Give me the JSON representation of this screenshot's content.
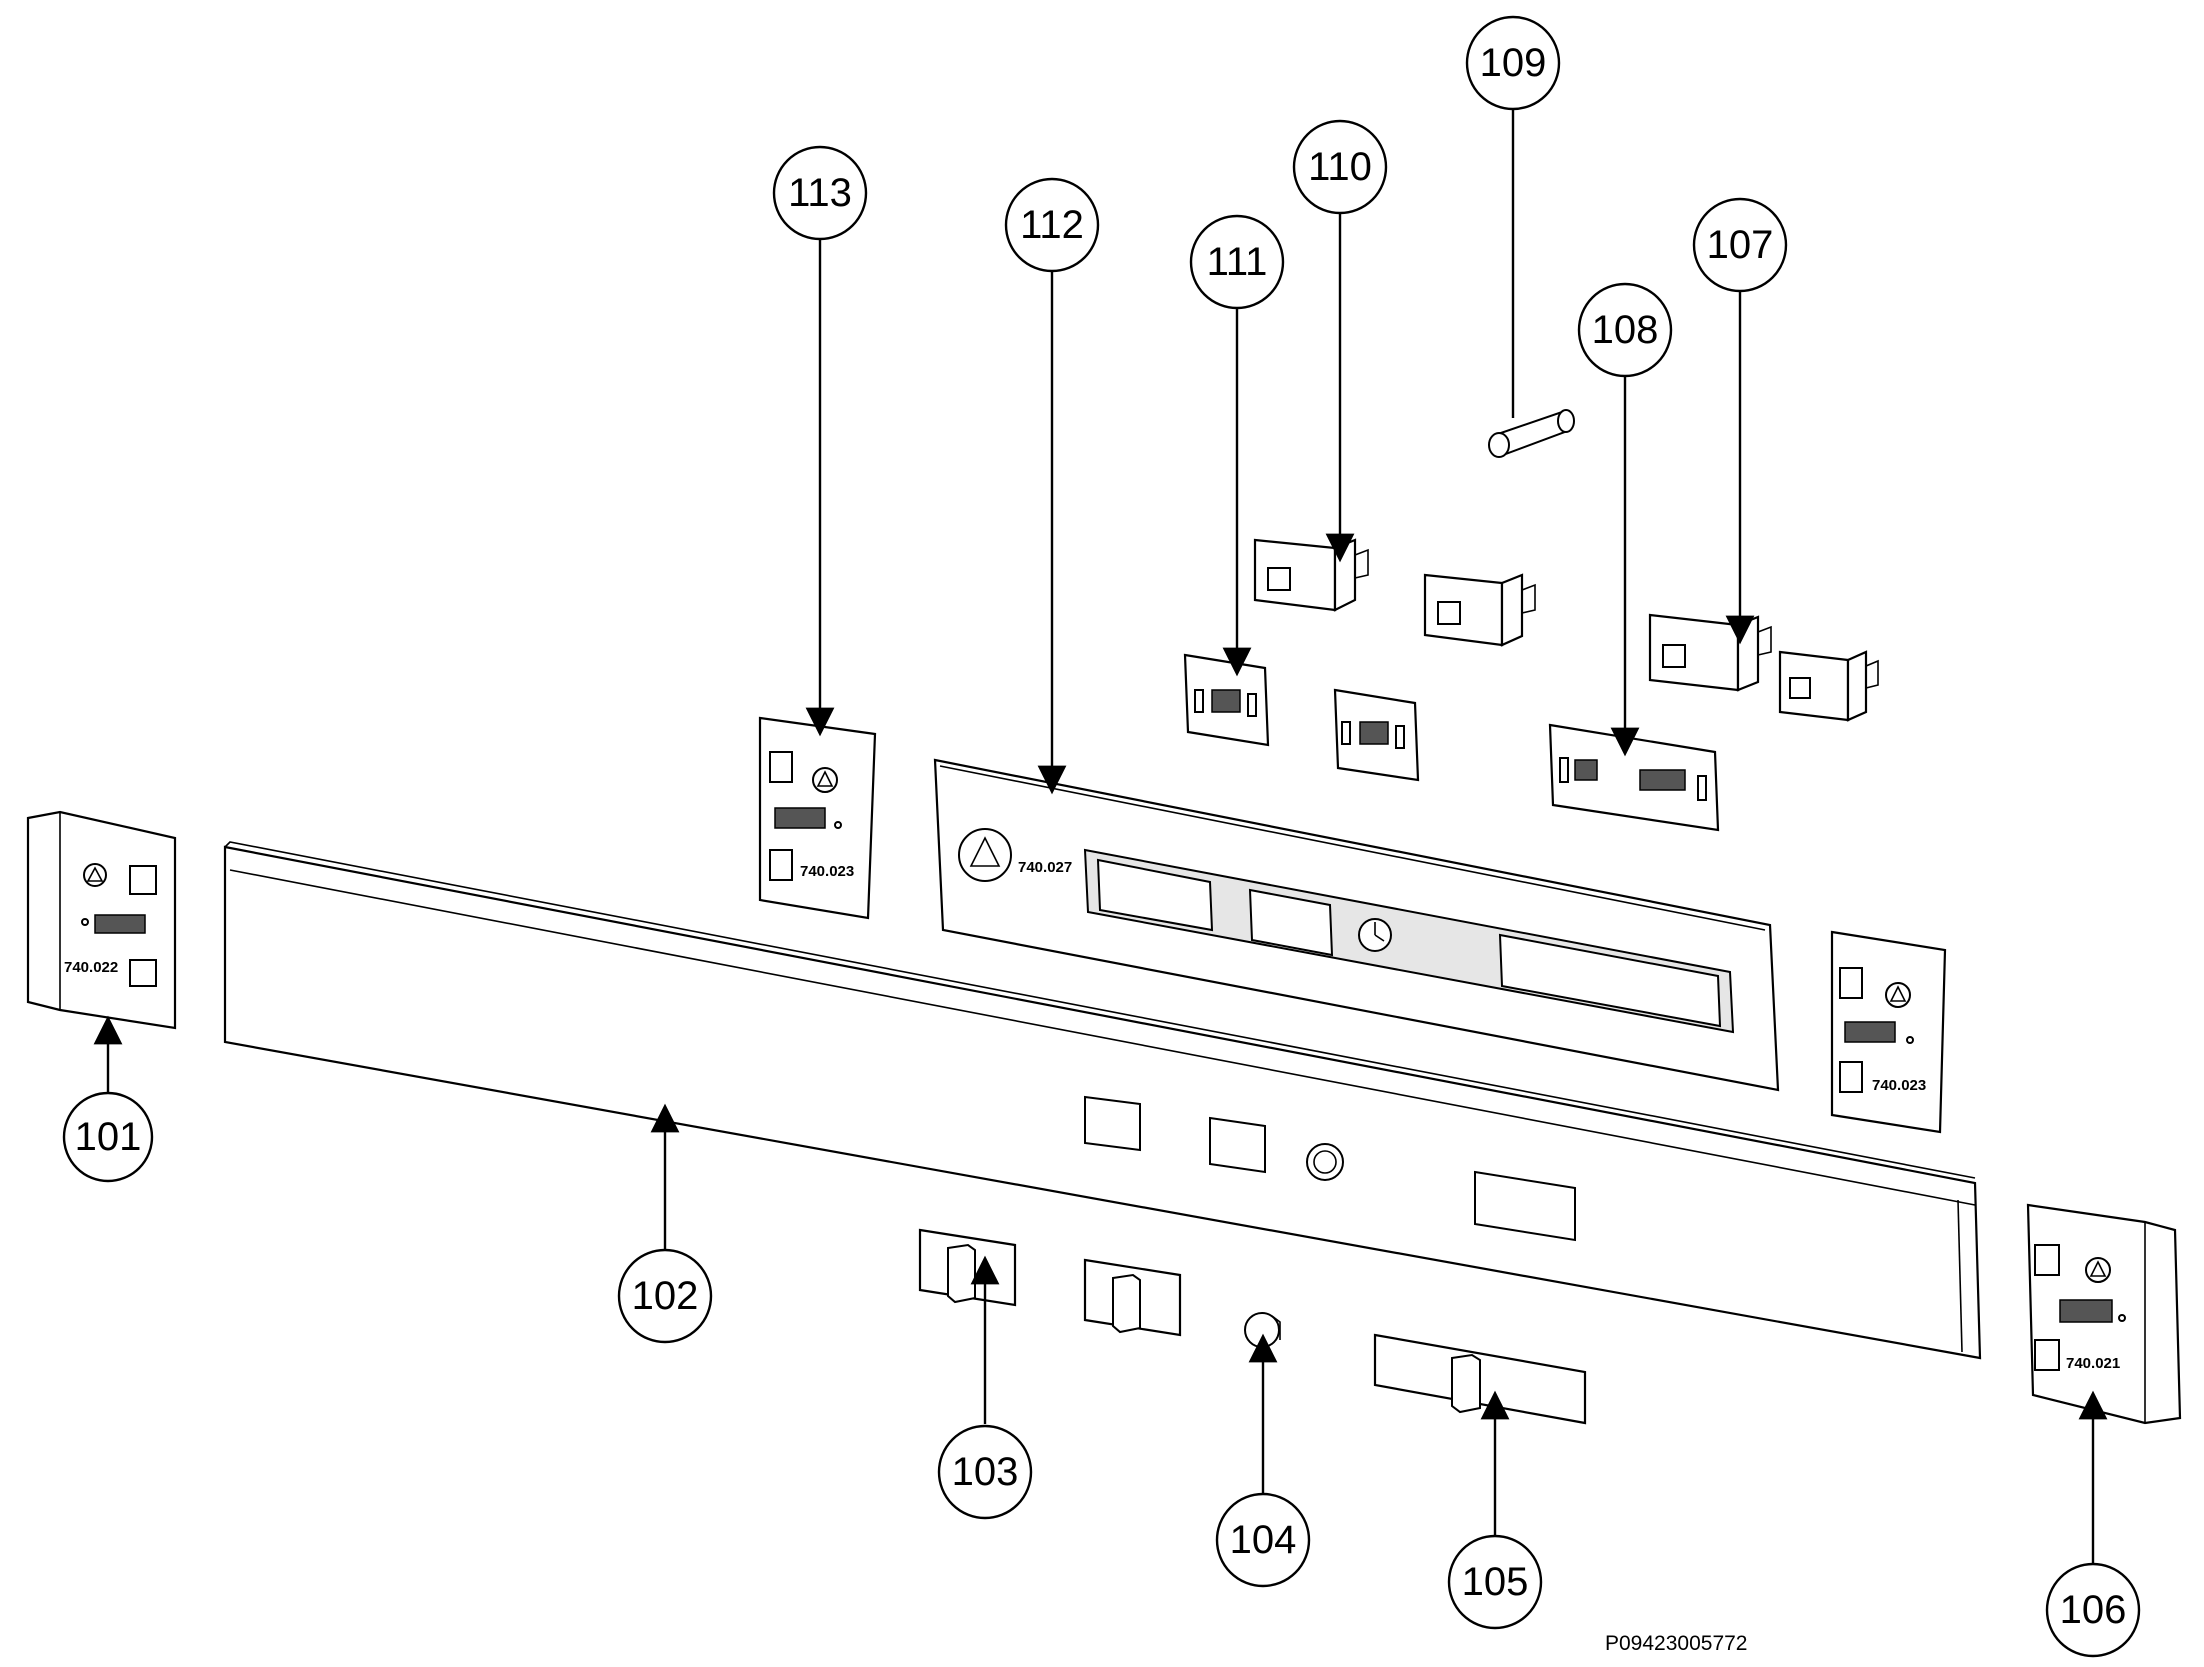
{
  "callouts": [
    "101",
    "102",
    "103",
    "104",
    "105",
    "106",
    "107",
    "108",
    "109",
    "110",
    "111",
    "112",
    "113"
  ],
  "part_marks": {
    "end_cap_left": "740.022",
    "bracket_upper_left": "740.023",
    "display_frame": "740.027",
    "bracket_right": "740.023",
    "end_cap_right": "740.021"
  },
  "drawing_ref": "P09423005772"
}
